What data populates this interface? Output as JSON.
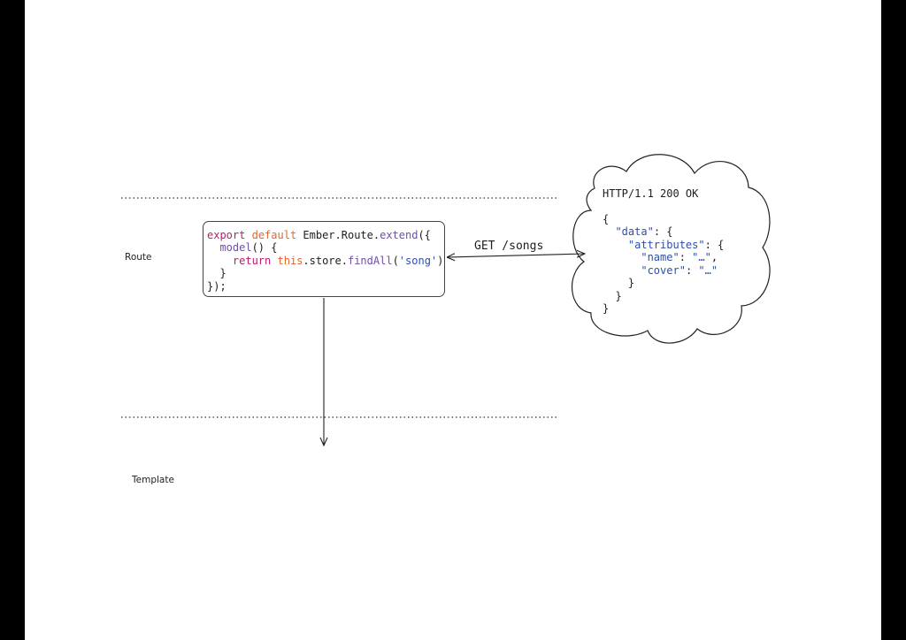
{
  "lanes": {
    "route_label": "Route",
    "template_label": "Template"
  },
  "code": {
    "l1_kw": "export",
    "l1_kw2": "default",
    "l1_obj": " Ember.Route.",
    "l1_fn": "extend",
    "l1_end": "({",
    "l2_indent": "  ",
    "l2_fn": "model",
    "l2_end": "() {",
    "l3_indent": "    ",
    "l3_kw": "return",
    "l3_sp": " ",
    "l3_kw2": "this",
    "l3_mid": ".store.",
    "l3_fn": "findAll",
    "l3_open": "(",
    "l3_str": "'song'",
    "l3_close": ")",
    "l4": "  }",
    "l5": "});"
  },
  "edge": {
    "label": "GET /songs"
  },
  "response": {
    "status": "HTTP/1.1 200 OK",
    "j1": "{",
    "j2_indent": "  ",
    "j2_key": "\"data\"",
    "j2_end": ": {",
    "j3_indent": "    ",
    "j3_key": "\"attributes\"",
    "j3_end": ": {",
    "j4_indent": "      ",
    "j4_key": "\"name\"",
    "j4_sep": ": ",
    "j4_val": "\"…\"",
    "j4_end": ",",
    "j5_indent": "      ",
    "j5_key": "\"cover\"",
    "j5_sep": ": ",
    "j5_val": "\"…\"",
    "j6": "    }",
    "j7": "  }",
    "j8": "}"
  },
  "colors": {
    "keyword": "#b3206f",
    "keyword_orange": "#e8632a",
    "function": "#6e4fa8",
    "string": "#2c4fa8"
  }
}
